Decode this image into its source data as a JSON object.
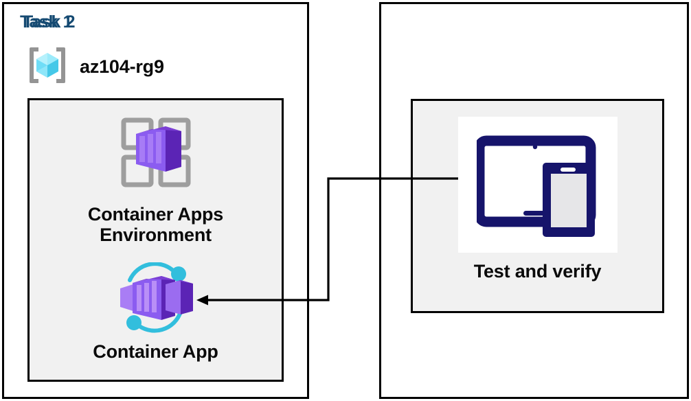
{
  "diagram": {
    "title_hidden": "",
    "background": "#ffffff",
    "accent_heading_color": "#154a72",
    "panel_fill": "#f1f1f1",
    "border_color": "#000000"
  },
  "tasks": [
    {
      "id": "task-1",
      "heading": "Task 1",
      "resource_group": {
        "icon": "resource-group-icon",
        "label": "az104-rg9"
      },
      "nodes": [
        {
          "id": "container-apps-environment",
          "icon": "container-apps-environment-icon",
          "caption": "Container Apps\nEnvironment"
        },
        {
          "id": "container-app",
          "icon": "container-app-icon",
          "caption": "Container App"
        }
      ]
    },
    {
      "id": "task-2",
      "heading": "Task 2",
      "nodes": [
        {
          "id": "test-and-verify",
          "icon": "test-and-verify-icon",
          "caption": "Test and verify"
        }
      ]
    }
  ],
  "connector": {
    "id": "test-to-container-app-arrow",
    "from": "test-and-verify",
    "to": "container-app",
    "direction": "right-to-left",
    "arrowhead": "left",
    "color": "#000000",
    "style": "orthogonal-elbow"
  },
  "colors": {
    "heading_blue": "#154a72",
    "caption_black": "#0a0a0a",
    "purple_dark": "#5c2d91",
    "purple_mid": "#7b3fd4",
    "purple_light": "#9b6cf0",
    "purple_pale": "#b18cf5",
    "cyan": "#32bedd",
    "cube_cyan_light": "#9cebfb",
    "cube_cyan_mid": "#50d9f5",
    "cube_cyan_dark": "#3fc9e8",
    "bracket_gray": "#949494",
    "grid_gray": "#9e9e9e",
    "navy": "#16146b",
    "device_screen_gray": "#e6e6e8"
  }
}
